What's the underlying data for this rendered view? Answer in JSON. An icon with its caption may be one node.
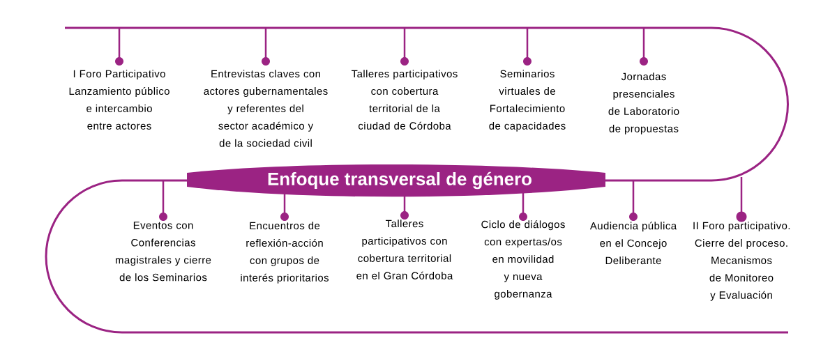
{
  "diagram": {
    "nodes": [
      {
        "text": [
          "Enfoque transversal de género"
        ]
      }
    ],
    "labels": [
      "I Foro Participativo Lanzamiento público e intercambio entre actores",
      "Entrevistas claves con actores gubernamentales y referentes del sector académico y de la sociedad civil",
      "Talleres participativos con cobertura territorial de la ciudad de Córdoba",
      "Seminarios virtuales de Fortalecimiento de capacidades",
      "Jornadas presenciales de Laboratorio de propuestas",
      "Eventos con Conferencias magistrales y cierre de los Seminarios",
      "Encuentros de reflexión-acción con grupos de interés prioritarios",
      "Talleres participativos con cobertura territorial en el Gran Córdoba",
      "Ciclo de diálogos con expertas/os en movilidad y nueva gobernanza",
      "Audiencia pública en el Concejo Deliberante",
      "II Foro participativo. Cierre del proceso. Mecanismos de Monitoreo y Evaluación"
    ]
  }
}
